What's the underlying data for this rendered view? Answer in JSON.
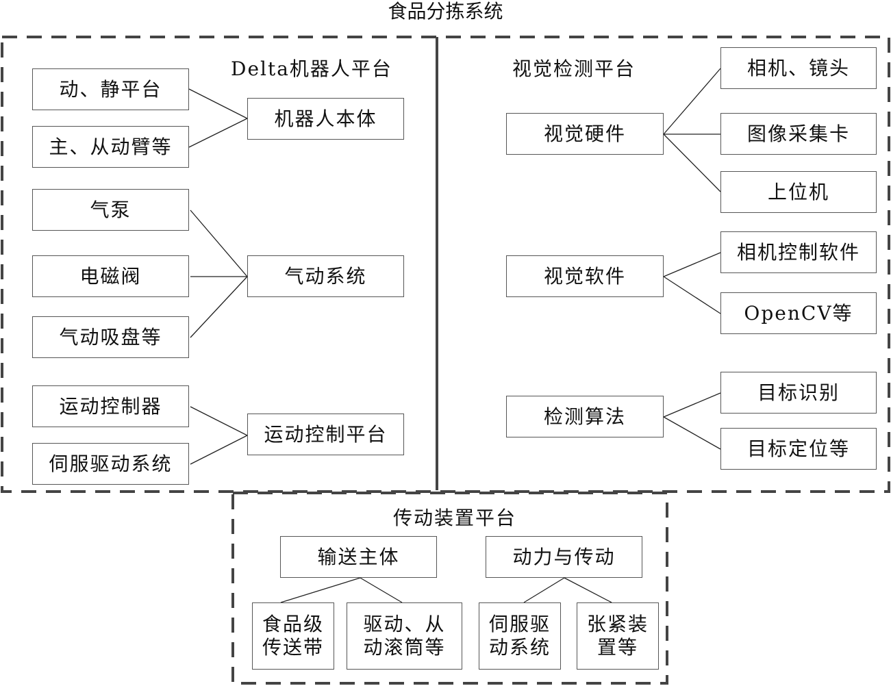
{
  "title": "食品分拣系统",
  "left_panel": {
    "title": "Delta机器人平台",
    "groups": [
      {
        "parent": "机器人本体",
        "children": [
          "动、静平台",
          "主、从动臂等"
        ]
      },
      {
        "parent": "气动系统",
        "children": [
          "气泵",
          "电磁阀",
          "气动吸盘等"
        ]
      },
      {
        "parent": "运动控制平台",
        "children": [
          "运动控制器",
          "伺服驱动系统"
        ]
      }
    ]
  },
  "right_panel": {
    "title": "视觉检测平台",
    "groups": [
      {
        "parent": "视觉硬件",
        "children": [
          "相机、镜头",
          "图像采集卡",
          "上位机"
        ]
      },
      {
        "parent": "视觉软件",
        "children": [
          "相机控制软件",
          "OpenCV等"
        ]
      },
      {
        "parent": "检测算法",
        "children": [
          "目标识别",
          "目标定位等"
        ]
      }
    ]
  },
  "bottom_panel": {
    "title": "传动装置平台",
    "groups": [
      {
        "parent": "输送主体",
        "children": [
          [
            "食品级",
            "传送带"
          ],
          [
            "驱动、从",
            "动滚筒等"
          ]
        ]
      },
      {
        "parent": "动力与传动",
        "children": [
          [
            "伺服驱",
            "动系统"
          ],
          [
            "张紧装",
            "置等"
          ]
        ]
      }
    ]
  }
}
